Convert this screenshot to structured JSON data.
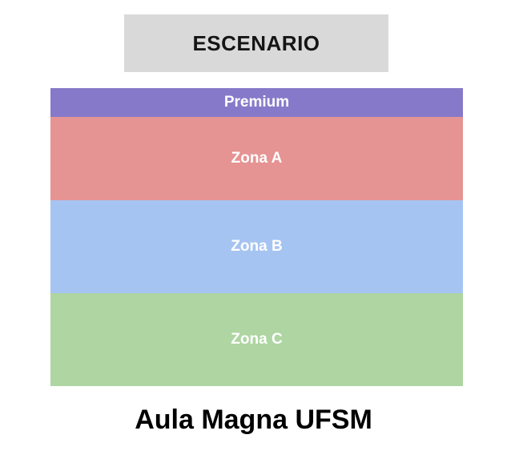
{
  "stage": {
    "label": "ESCENARIO",
    "background": "#d9d9d9"
  },
  "zones": [
    {
      "label": "Premium",
      "color": "#8779c9"
    },
    {
      "label": "Zona A",
      "color": "#e59393"
    },
    {
      "label": "Zona B",
      "color": "#a6c4f2"
    },
    {
      "label": "Zona C",
      "color": "#aed5a2"
    }
  ],
  "venue": {
    "title": "Aula Magna UFSM"
  }
}
